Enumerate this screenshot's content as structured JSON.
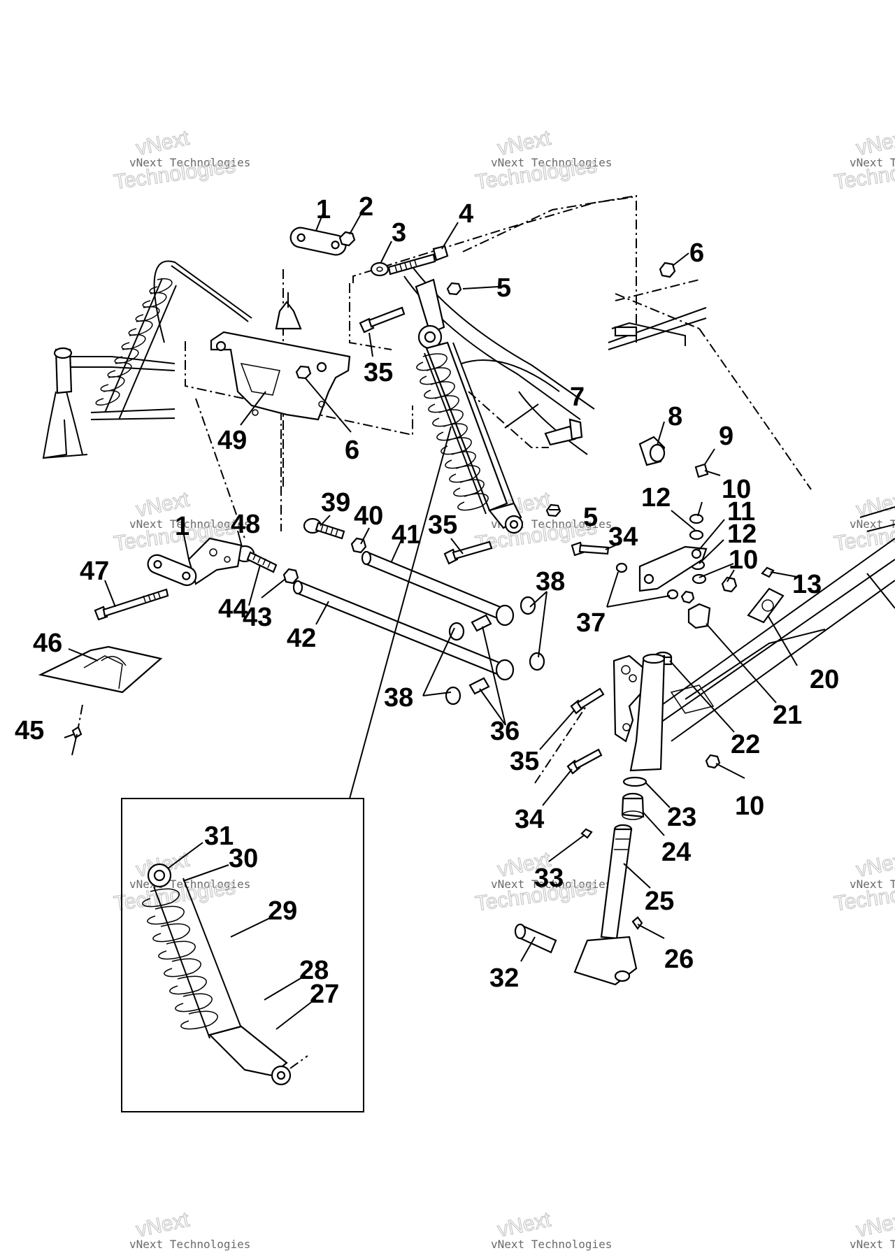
{
  "callouts": {
    "c1a": "1",
    "c2": "2",
    "c3": "3",
    "c4": "4",
    "c5a": "5",
    "c6a": "6",
    "c35a": "35",
    "c49": "49",
    "c6b": "6",
    "c7": "7",
    "c8": "8",
    "c9": "9",
    "c10a": "10",
    "c12a": "12",
    "c11": "11",
    "c12b": "12",
    "c10b": "10",
    "c13": "13",
    "c39": "39",
    "c40": "40",
    "c48": "48",
    "c1b": "1",
    "c41": "41",
    "c35b": "35",
    "c5b": "5",
    "c34a": "34",
    "c47": "47",
    "c38a": "38",
    "c44": "44",
    "c43": "43",
    "c42": "42",
    "c37": "37",
    "c46": "46",
    "c20": "20",
    "c21": "21",
    "c38b": "38",
    "c36": "36",
    "c22": "22",
    "c45": "45",
    "c35c": "35",
    "c10c": "10",
    "c34b": "34",
    "c23": "23",
    "c31": "31",
    "c30": "30",
    "c24": "24",
    "c29": "29",
    "c33": "33",
    "c25": "25",
    "c26": "26",
    "c28": "28",
    "c27": "27",
    "c32": "32"
  },
  "watermark": {
    "line1": "vNext Technologies",
    "line2": "vNext",
    "line3": "Technologies"
  }
}
